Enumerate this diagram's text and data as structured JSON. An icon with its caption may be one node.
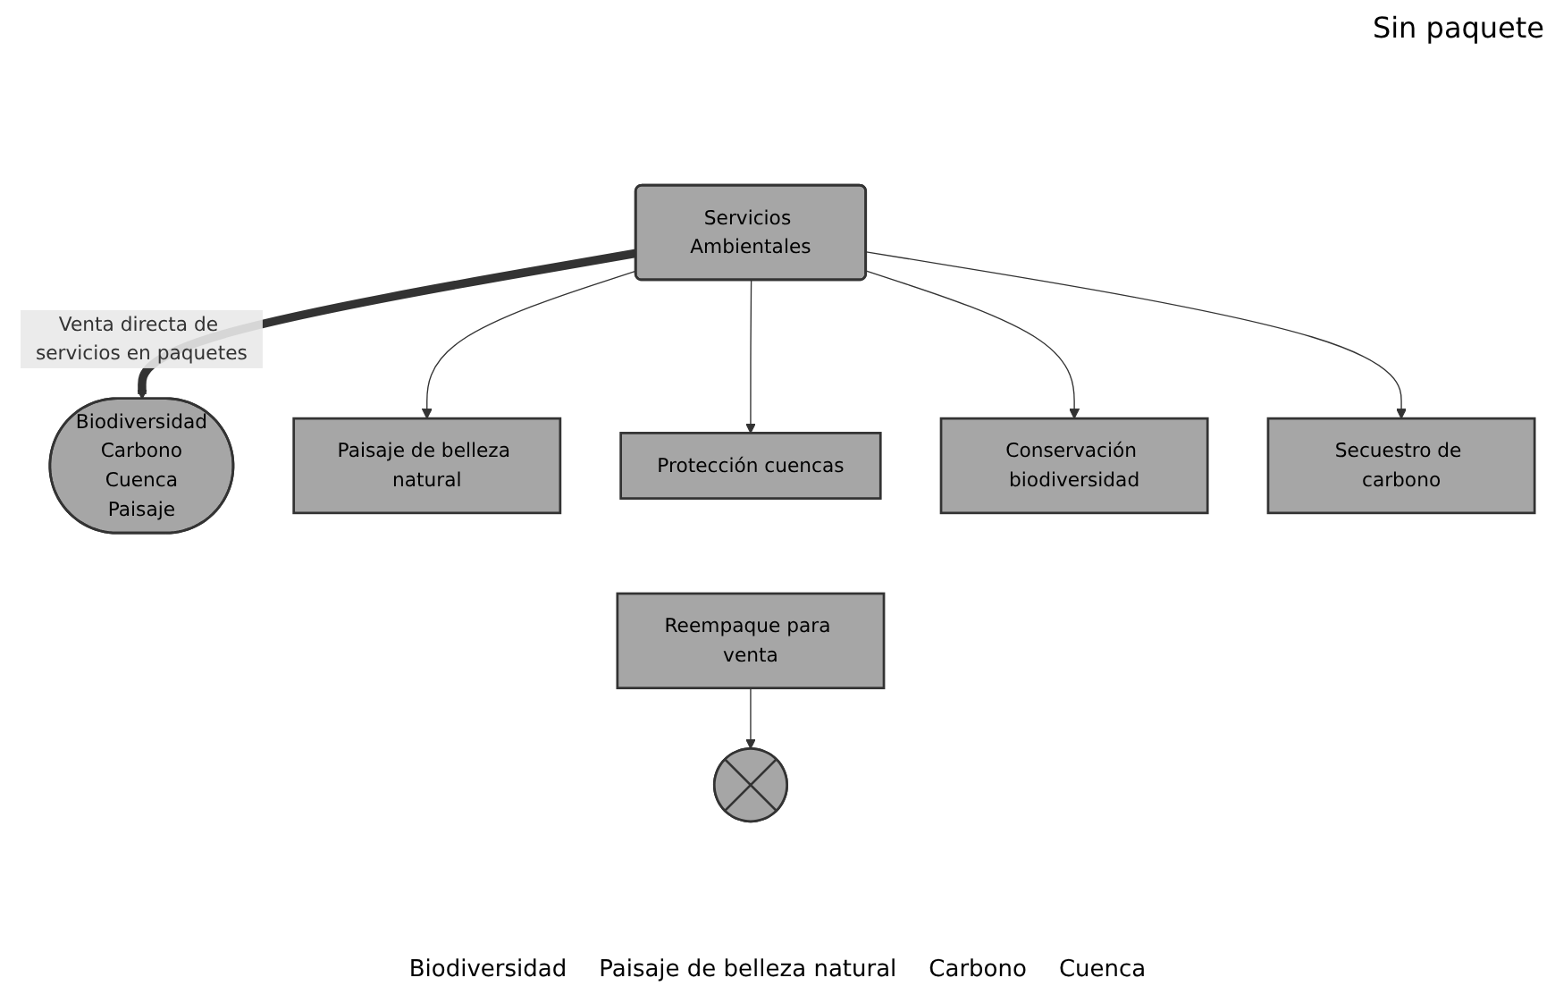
{
  "diagram": {
    "nodes": [
      {
        "text": [
          "Servicios Ambientales"
        ]
      },
      {
        "text": [
          "Biodiversidad",
          "Carbono",
          "Cuenca",
          "Paisaje"
        ]
      },
      {
        "text": [
          "Paisaje de belleza natural"
        ]
      },
      {
        "text": [
          "Protección cuencas"
        ]
      },
      {
        "text": [
          "Conservación biodiversidad"
        ]
      },
      {
        "text": [
          "Secuestro de carbono"
        ]
      },
      {
        "text": [
          "Reempaque para venta"
        ]
      },
      {
        "text": [],
        "shape": "cross",
        "beside": [
          "Biodiversidad",
          "Paisaje de belleza natural",
          "Carbono",
          "Cuenca"
        ]
      }
    ],
    "edges": [
      {
        "from": 0,
        "to": 1,
        "arrow": "to",
        "label": "Venta directa de servicios en paquetes",
        "style": "thick"
      },
      {
        "from": 0,
        "to": 2,
        "arrow": "to"
      },
      {
        "from": 0,
        "to": 3,
        "arrow": "to"
      },
      {
        "from": 0,
        "to": 4,
        "arrow": "to"
      },
      {
        "from": 0,
        "to": 5,
        "arrow": "to"
      },
      {
        "from": 6,
        "to": 7,
        "arrow": "to"
      }
    ],
    "labels": [
      "Sin paquete"
    ]
  }
}
